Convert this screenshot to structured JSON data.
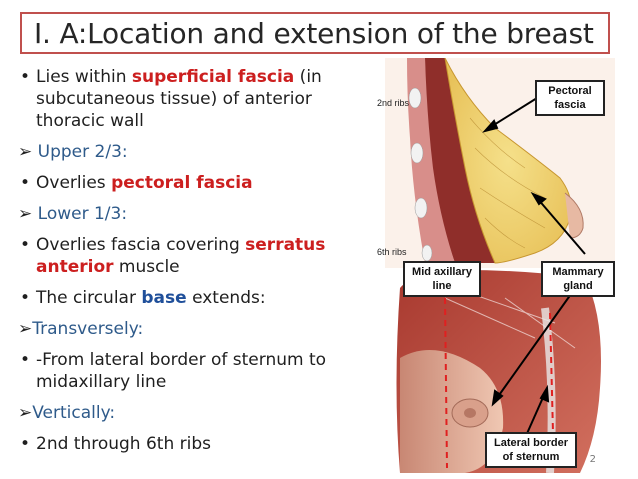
{
  "slide": {
    "title": "I. A:Location and extension of the breast",
    "page_number": "2"
  },
  "bullets": {
    "b1_pre": "Lies within ",
    "b1_red": "superficial fascia",
    "b1_post": " (in",
    "b1_l2": "subcutaneous tissue) of anterior",
    "b1_l3": "thoracic wall",
    "a1": "Upper 2/3:",
    "b2_pre": "Overlies ",
    "b2_red": "pectoral fascia",
    "a2": "Lower 1/3:",
    "b3_pre": "Overlies fascia covering ",
    "b3_red1": "serratus",
    "b3_red2": "anterior",
    "b3_post": " muscle",
    "b4_pre": "The circular ",
    "b4_blue": "base",
    "b4_post": " extends:",
    "a3": "Transversely:",
    "b5_l1": "-From lateral border of sternum to",
    "b5_l2": "midaxillary line",
    "a4": "Vertically:",
    "b6": "2nd through 6th ribs"
  },
  "figure": {
    "rib2_label": "2nd ribs",
    "rib6_label": "6th ribs",
    "pectoral_fascia": [
      "Pectoral",
      "fascia"
    ],
    "mid_axillary": [
      "Mid axillary",
      "line"
    ],
    "mammary_gland": [
      "Mammary",
      "gland"
    ],
    "lateral_border": [
      "Lateral border",
      "of sternum"
    ]
  },
  "colors": {
    "accent_red": "#cc1f1f",
    "heading_blue": "#2e5a8a",
    "title_border": "#c0504d"
  }
}
